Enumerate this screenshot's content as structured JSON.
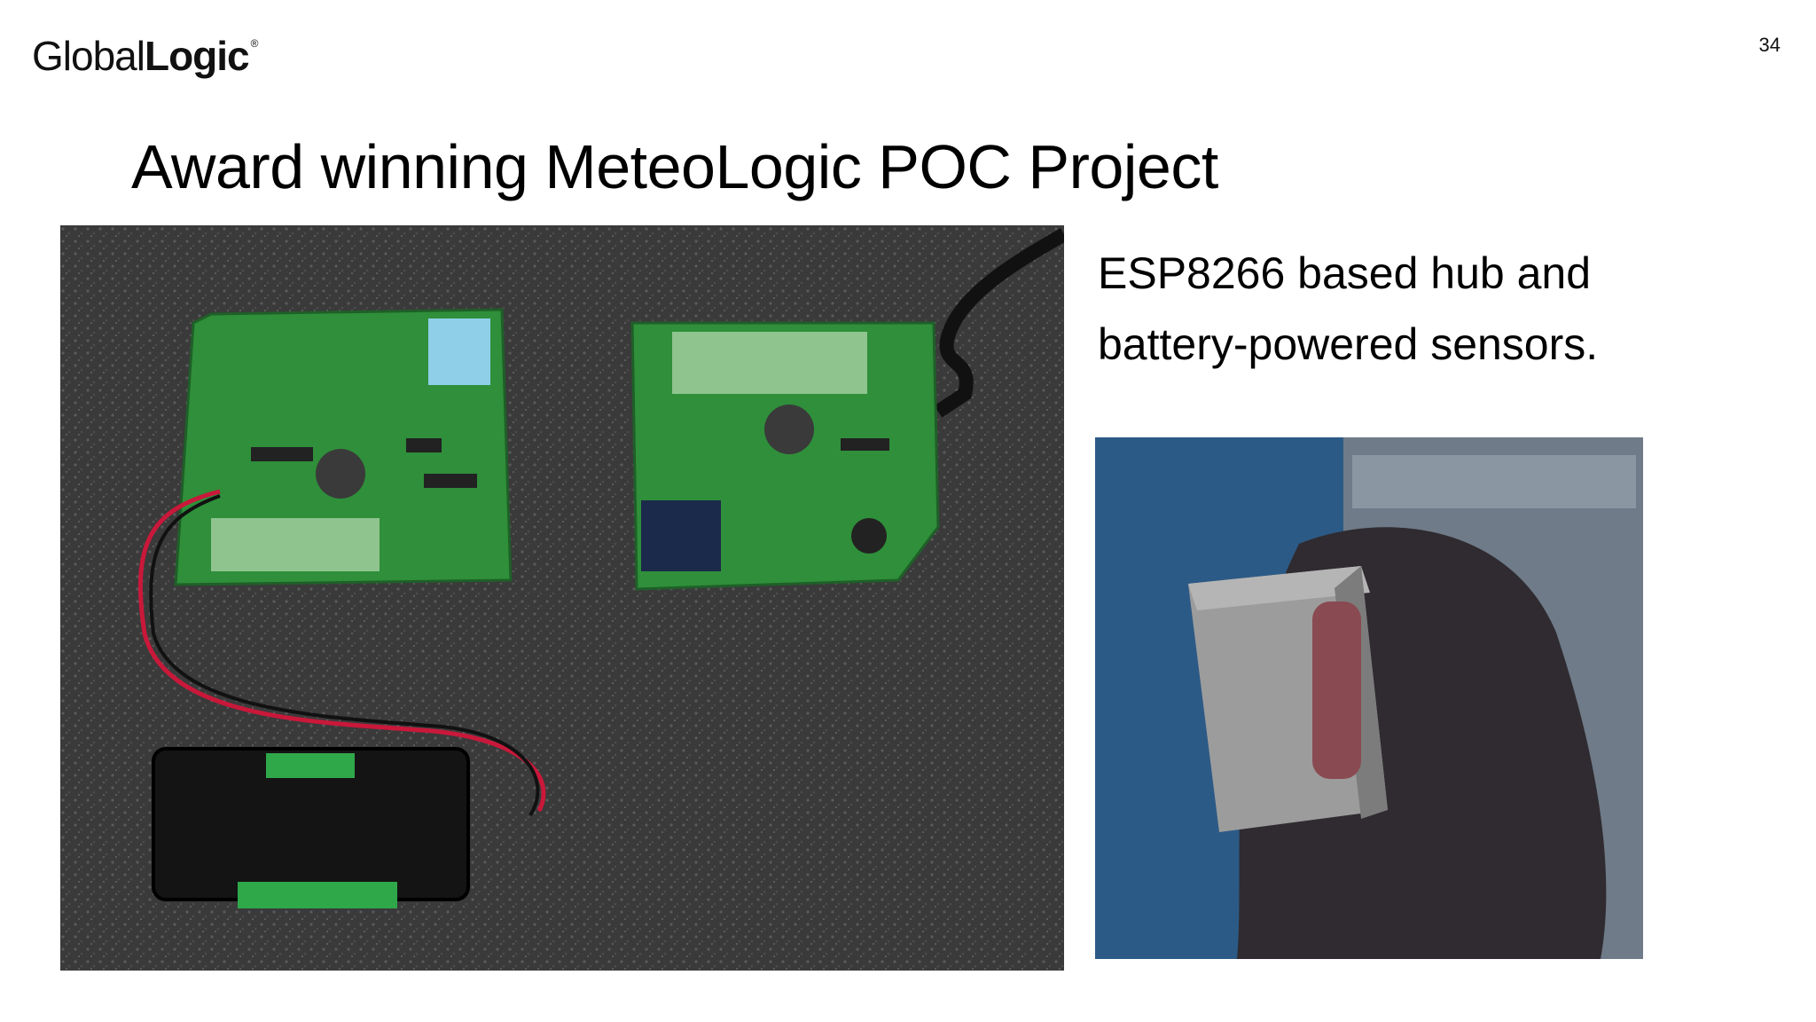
{
  "brand": {
    "light": "Global",
    "bold": "Logic",
    "mark": "®"
  },
  "page_number": "34",
  "title": "Award winning MeteoLogic POC Project",
  "description": {
    "line1": "ESP8266 based hub and",
    "line2": "battery-powered sensors."
  },
  "images": {
    "main": {
      "alt": "Two green PCB boards with a battery holder on a grey carpet"
    },
    "side": {
      "alt": "Hand holding a grey sensor enclosure"
    }
  },
  "colors": {
    "pcb_green": "#2f8f3a",
    "carpet": "#3b3b3b",
    "text": "#000000"
  }
}
